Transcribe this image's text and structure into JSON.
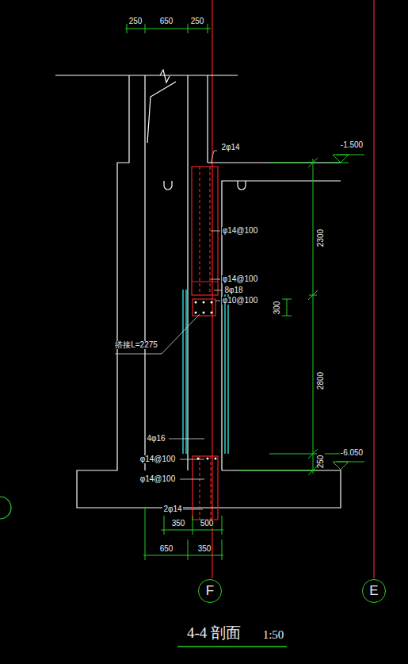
{
  "diagram": {
    "title": "4-4 剖面",
    "nodes": [
      {
        "text": [
          "F"
        ]
      },
      {
        "text": [
          "E"
        ]
      }
    ],
    "labels": [
      "250",
      "650",
      "250",
      "2φ14",
      "-1.500",
      "φ14@100",
      "2300",
      "φ14@100",
      "8φ18",
      "φ10@100",
      "300",
      "搭接L=2275",
      "2800",
      "4φ16",
      "-6.050",
      "250",
      "φ14@100",
      "φ14@100",
      "2φ14",
      "350",
      "500",
      "650",
      "350",
      "1:50"
    ]
  }
}
